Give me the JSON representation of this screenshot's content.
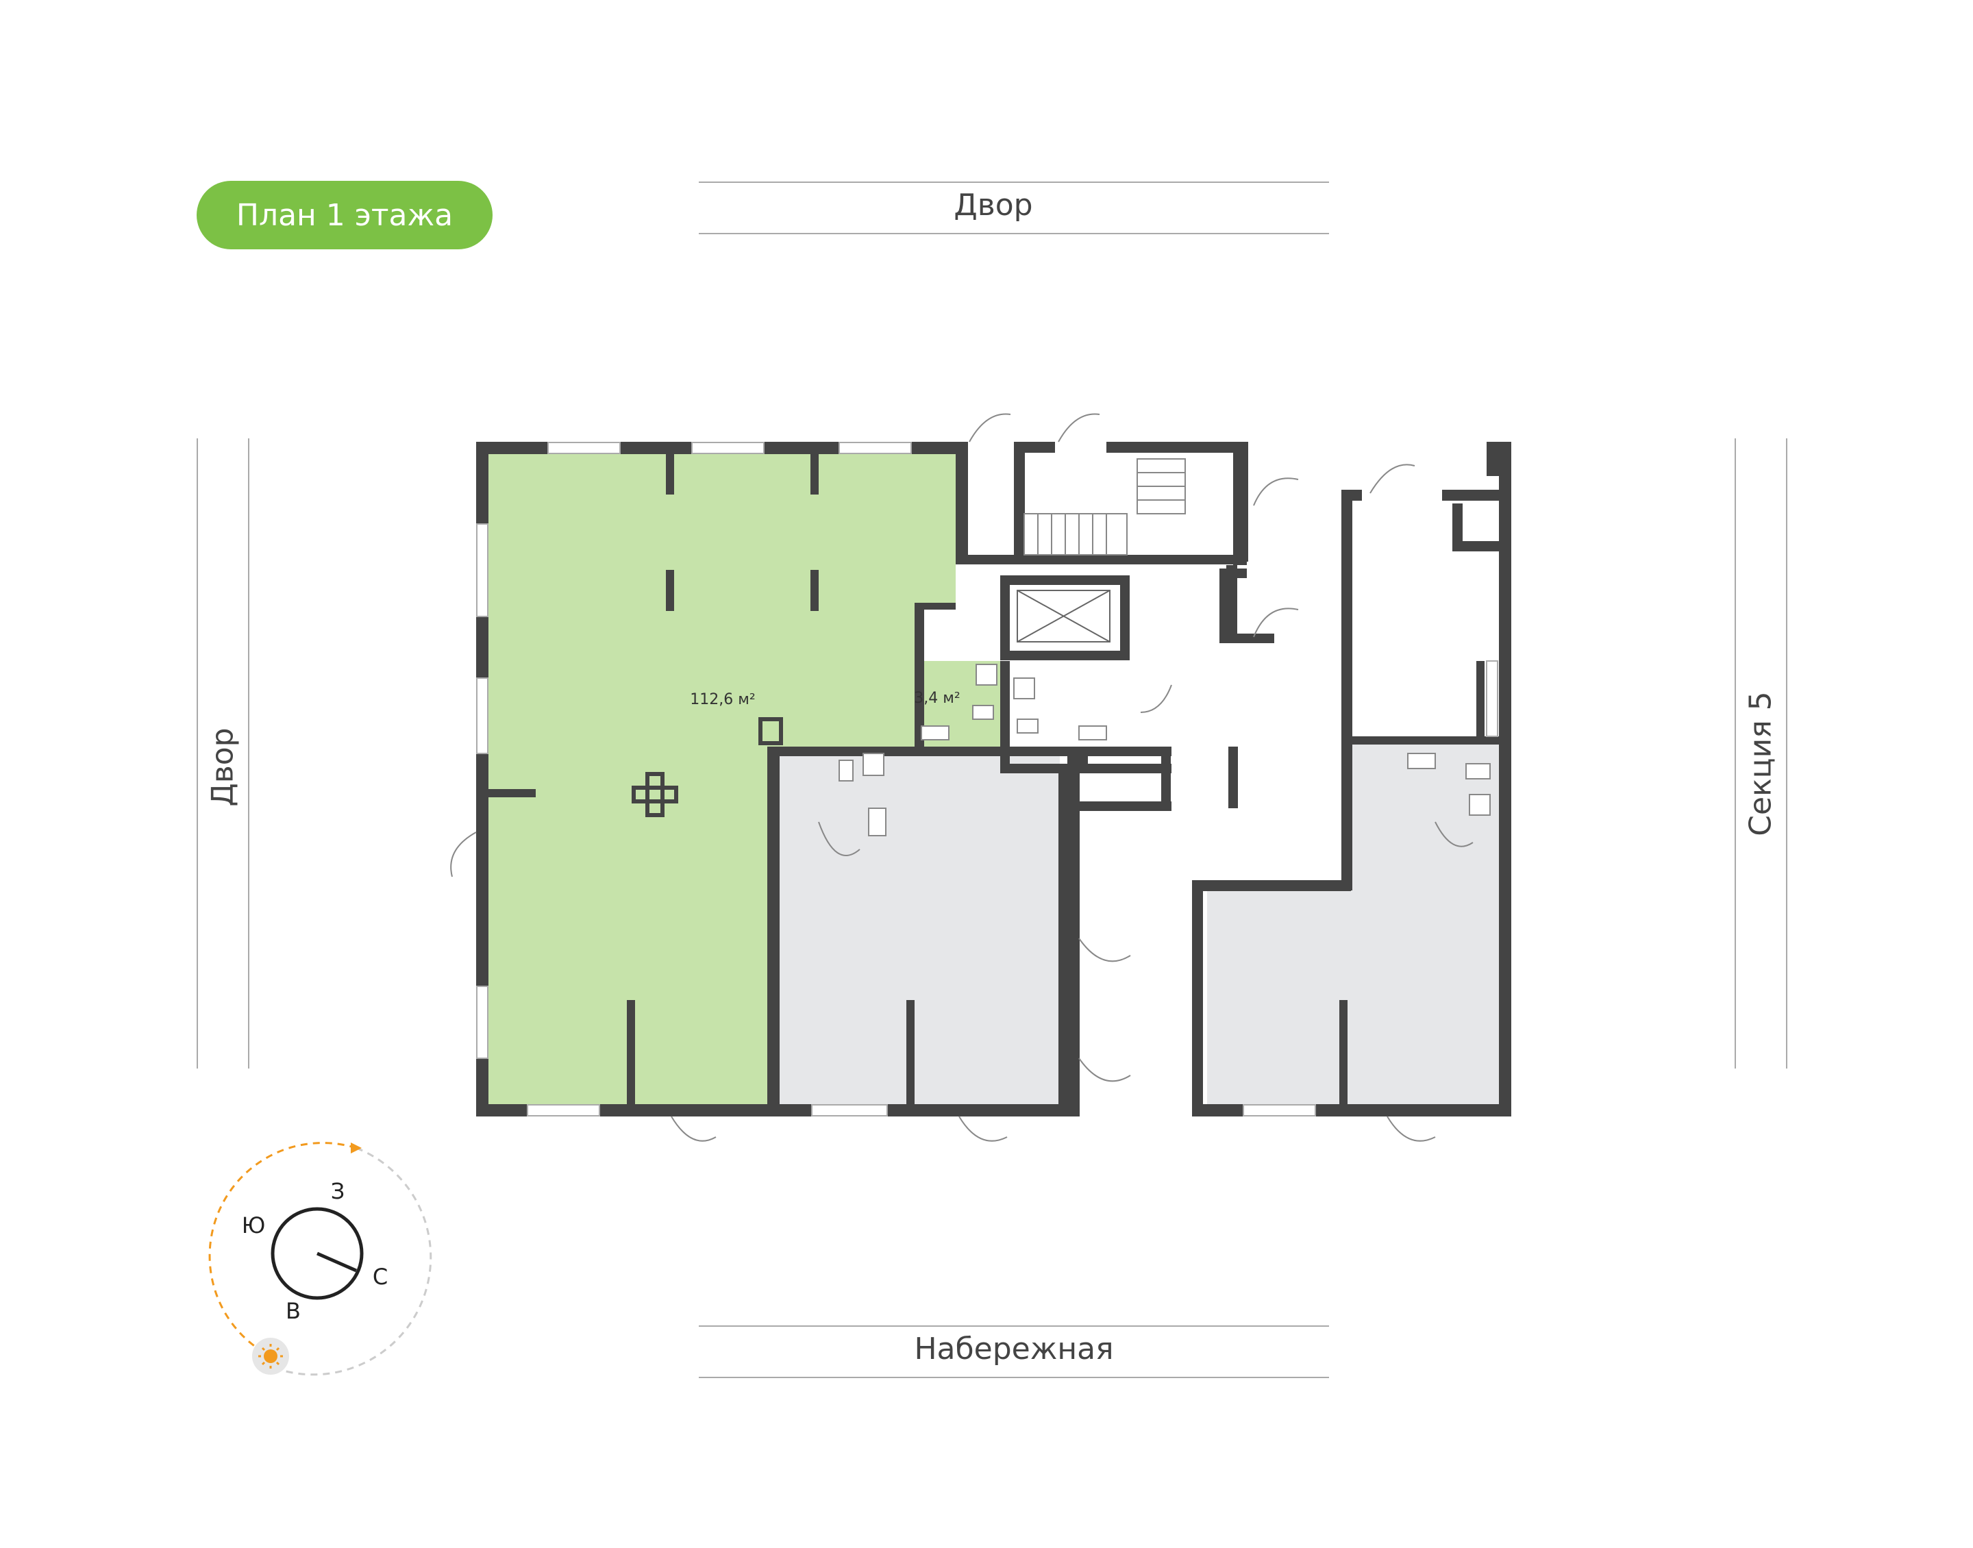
{
  "badge": {
    "label": "План 1 этажа"
  },
  "streets": {
    "top": "Двор",
    "left": "Двор",
    "right": "Секция 5",
    "bottom": "Набережная"
  },
  "rooms": {
    "main_area": "112,6 м²",
    "small_area": "3,4 м²"
  },
  "compass": {
    "north": "С",
    "south": "Ю",
    "east": "В",
    "west": "З"
  },
  "colors": {
    "badge": "#7cc145",
    "room_green": "#c6e3aa",
    "room_gray": "#e6e7e9",
    "wall": "#444444",
    "sun_path": "#f29a1e"
  }
}
